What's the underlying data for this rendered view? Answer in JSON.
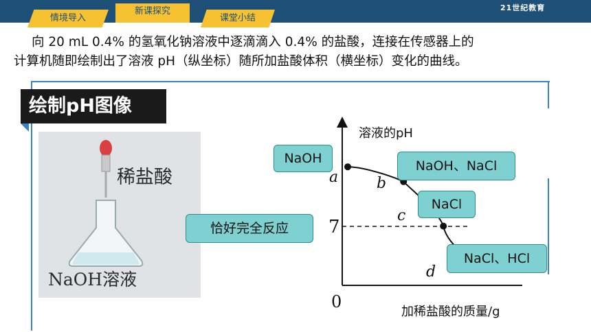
{
  "nav": {
    "tabs": [
      {
        "label": "情境导入"
      },
      {
        "label": "新课探究"
      },
      {
        "label": "课堂小结"
      }
    ],
    "logo": "21世纪教育"
  },
  "intro": {
    "line1": "向 20 mL 0.4% 的氢氧化钠溶液中逐滴滴入 0.4% 的盐酸，连接在传感器上的",
    "line2": "计算机随即绘制出了溶液 pH（纵坐标）随所加盐酸体积（横坐标）变化的曲线。"
  },
  "section_title": "绘制pH图像",
  "photo": {
    "dropper_label": "稀盐酸",
    "flask_label": "NaOH溶液"
  },
  "chart_data": {
    "type": "line",
    "ylabel": "溶液的pH",
    "xlabel": "加稀盐酸的质量/g",
    "origin_label": "0",
    "y_ref_label": "7",
    "points": [
      {
        "name": "a",
        "x": 0,
        "y": 8.2
      },
      {
        "name": "b",
        "x": 1.4,
        "y": 7.9
      },
      {
        "name": "c",
        "x": 2.4,
        "y": 7.0
      },
      {
        "name": "d",
        "x": 3.8,
        "y": 6.2
      }
    ]
  },
  "callouts": [
    {
      "text": "NaOH"
    },
    {
      "text": "NaOH、NaCl"
    },
    {
      "text": "NaCl"
    },
    {
      "text": "恰好完全反应"
    },
    {
      "text": "NaCl、HCl"
    }
  ]
}
